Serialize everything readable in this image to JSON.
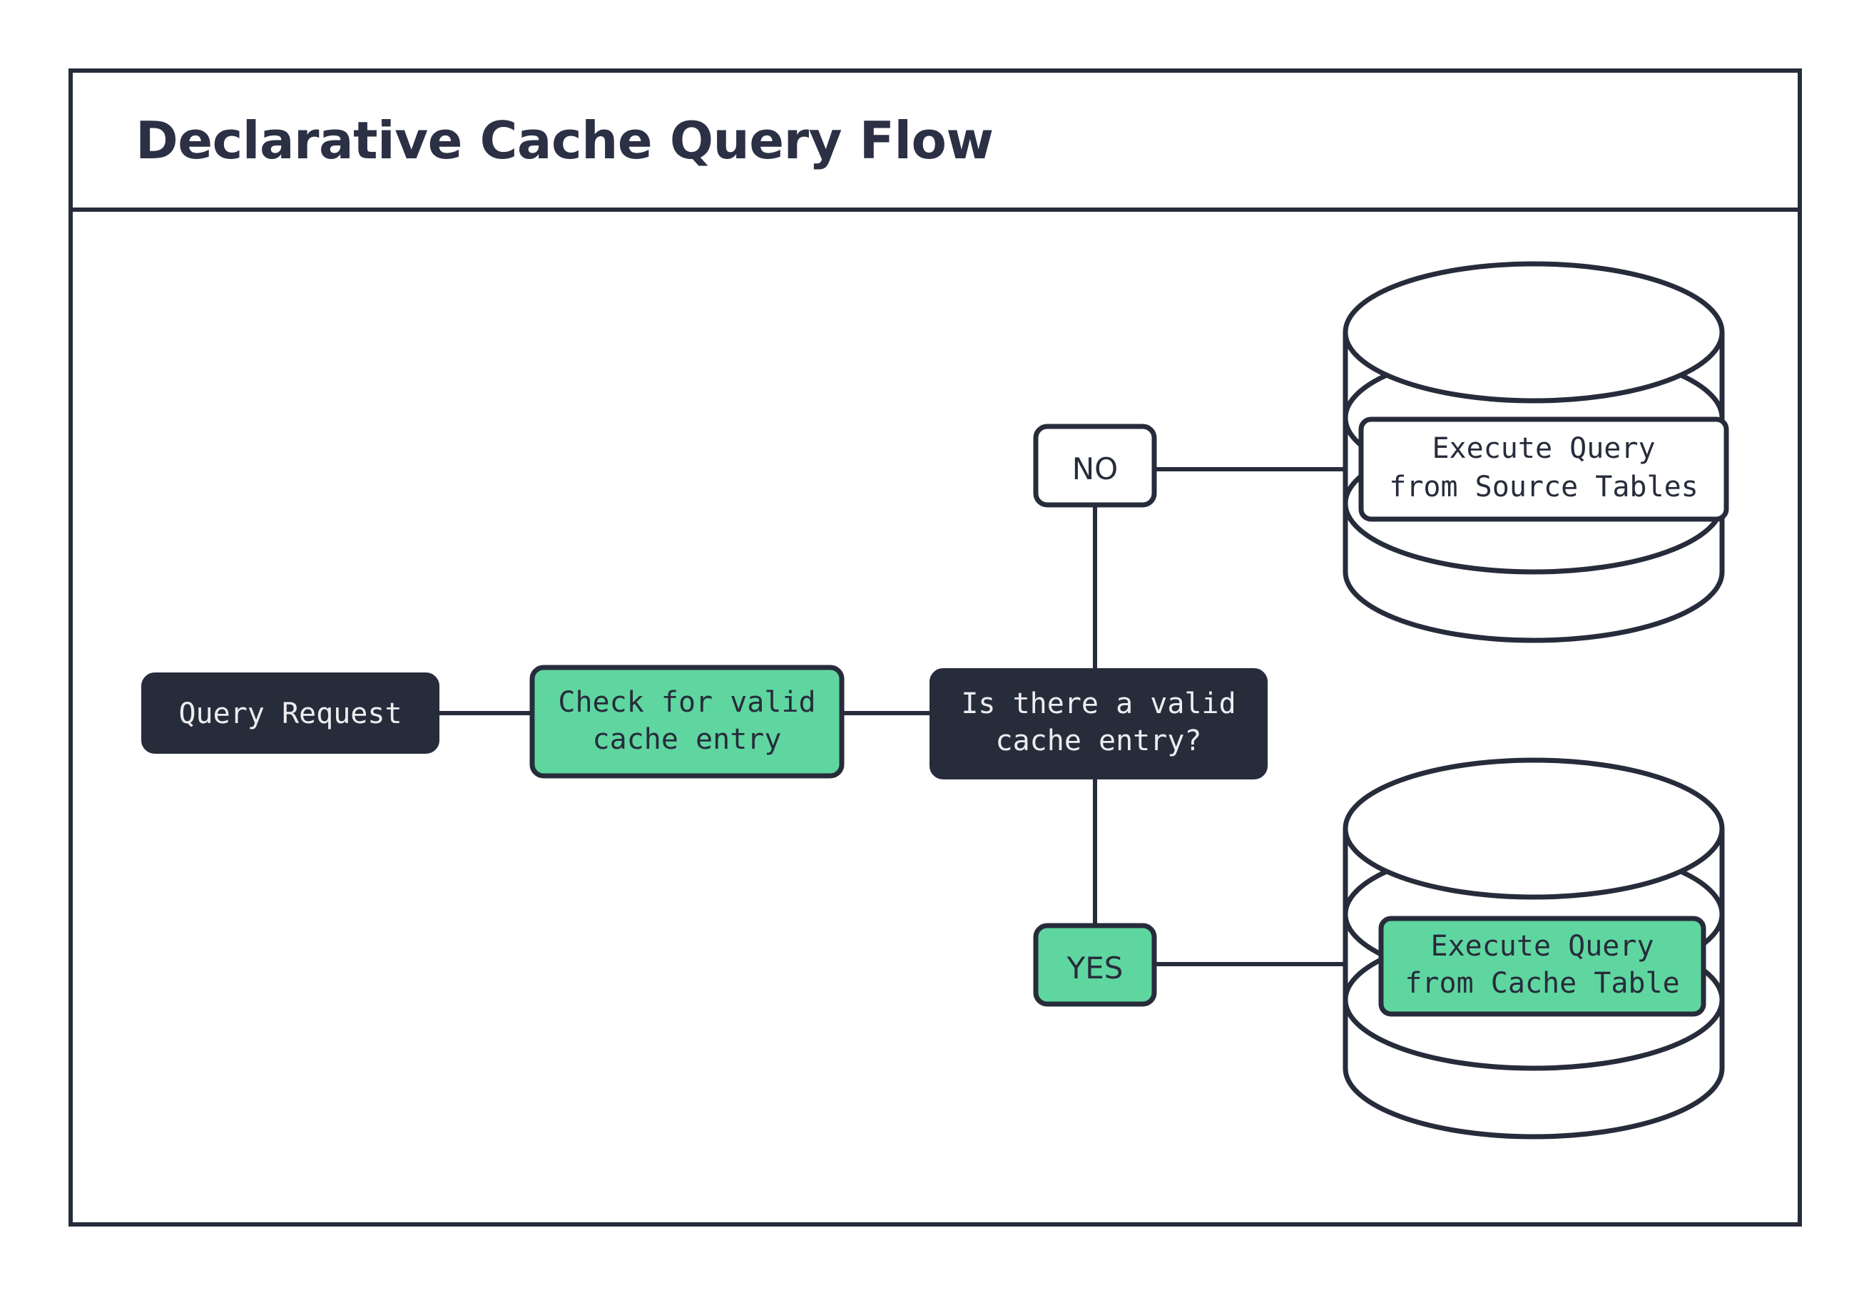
{
  "page": {
    "title": "Declarative Cache Query Flow",
    "background": "#FFFFFF"
  },
  "colors": {
    "ink": "#272C3B",
    "accent_green": "#5FD6A0",
    "node_dark_fill": "#272C3B",
    "node_dark_text": "#EDEDF0",
    "node_white_fill": "#FFFFFF",
    "frame_stroke": "#272C3B"
  },
  "diagram": {
    "type": "flowchart",
    "orientation": "left-to-right",
    "nodes": [
      {
        "id": "query-request",
        "label": "Query Request",
        "shape": "rounded-rect",
        "style": "dark",
        "fill": "#272C3B",
        "text_color": "#EDEDF0"
      },
      {
        "id": "check-cache",
        "label_line1": "Check for valid",
        "label_line2": "cache entry",
        "shape": "rounded-rect",
        "style": "green",
        "fill": "#5FD6A0",
        "text_color": "#272C3B"
      },
      {
        "id": "decision",
        "label_line1": "Is there a valid",
        "label_line2": "cache entry?",
        "shape": "rounded-rect",
        "style": "dark",
        "fill": "#272C3B",
        "text_color": "#EDEDF0"
      },
      {
        "id": "branch-no",
        "label": "NO",
        "shape": "rounded-rect",
        "style": "white",
        "fill": "#FFFFFF",
        "text_color": "#272C3B"
      },
      {
        "id": "branch-yes",
        "label": "YES",
        "shape": "rounded-rect",
        "style": "green",
        "fill": "#5FD6A0",
        "text_color": "#272C3B"
      },
      {
        "id": "source-tables-db",
        "label_line1": "Execute Query",
        "label_line2": "from Source Tables",
        "shape": "database-cylinder",
        "style": "white",
        "fill": "#FFFFFF",
        "text_color": "#272C3B"
      },
      {
        "id": "cache-table-db",
        "label_line1": "Execute Query",
        "label_line2": "from Cache Table",
        "shape": "database-cylinder",
        "style": "green",
        "fill": "#5FD6A0",
        "text_color": "#272C3B"
      }
    ],
    "edges": [
      {
        "from": "query-request",
        "to": "check-cache",
        "label": ""
      },
      {
        "from": "check-cache",
        "to": "decision",
        "label": ""
      },
      {
        "from": "decision",
        "to": "branch-no",
        "label": ""
      },
      {
        "from": "branch-no",
        "to": "source-tables-db",
        "label": ""
      },
      {
        "from": "decision",
        "to": "branch-yes",
        "label": ""
      },
      {
        "from": "branch-yes",
        "to": "cache-table-db",
        "label": ""
      }
    ]
  }
}
